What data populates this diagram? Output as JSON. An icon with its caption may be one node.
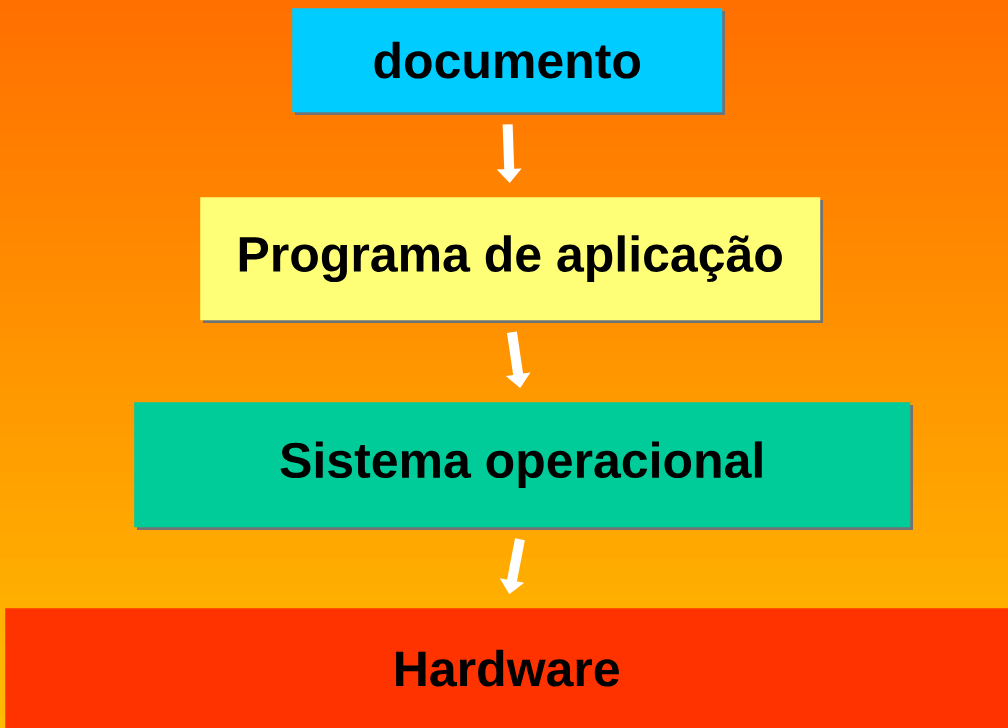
{
  "diagram": {
    "nodes": [
      {
        "text": [
          "documento"
        ]
      },
      {
        "text": [
          "Programa de aplicação"
        ]
      },
      {
        "text": [
          "Sistema operacional"
        ]
      },
      {
        "text": [
          "Hardware"
        ]
      }
    ],
    "edges": [
      {
        "from": 0,
        "to": 1,
        "arrow": "to"
      },
      {
        "from": 1,
        "to": 2,
        "arrow": "to"
      },
      {
        "from": 2,
        "to": 3,
        "arrow": "to"
      }
    ]
  }
}
